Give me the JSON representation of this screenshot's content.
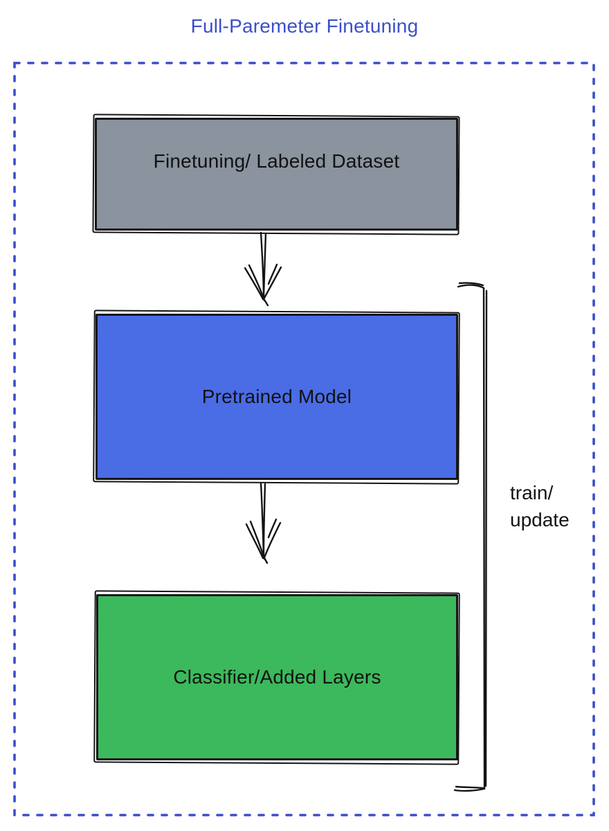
{
  "title": "Full-Paremeter Finetuning",
  "nodes": [
    {
      "label": "Finetuning/ Labeled Dataset",
      "fill": "#8A939E"
    },
    {
      "label": "Pretrained Model",
      "fill": "#4A6CE5"
    },
    {
      "label": "Classifier/Added Layers",
      "fill": "#3CB95C"
    }
  ],
  "edges": [
    {
      "from": 0,
      "to": 1,
      "style": "hand-drawn-arrow-down"
    },
    {
      "from": 1,
      "to": 2,
      "style": "hand-drawn-arrow-down"
    }
  ],
  "bracket_annotation": {
    "label": "train/\nupdate",
    "spans": [
      1,
      2
    ]
  },
  "colors": {
    "title_blue": "#3C4FC9",
    "dotted_border_blue": "#3B4EC9",
    "stroke_black": "#161616",
    "background": "#FFFFFF"
  }
}
